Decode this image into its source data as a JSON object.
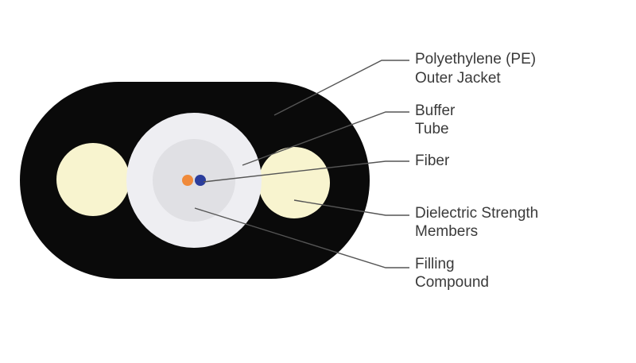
{
  "diagram": {
    "colors": {
      "jacket": "#0a0a0a",
      "strength_member": "#f8f4cf",
      "buffer_tube_outer": "#eeeef2",
      "filling_compound": "#e0e0e4",
      "fiber_orange": "#f08a3a",
      "fiber_blue": "#2b3d9c",
      "leader_line": "#555555",
      "label_text": "#3a3a3a"
    },
    "labels": {
      "jacket": {
        "line1": "Polyethylene (PE)",
        "line2": "Outer Jacket"
      },
      "buffer": {
        "line1": "Buffer",
        "line2": "Tube"
      },
      "fiber": {
        "line1": "Fiber"
      },
      "strength": {
        "line1": "Dielectric Strength",
        "line2": "Members"
      },
      "filling": {
        "line1": "Filling",
        "line2": "Compound"
      }
    }
  }
}
